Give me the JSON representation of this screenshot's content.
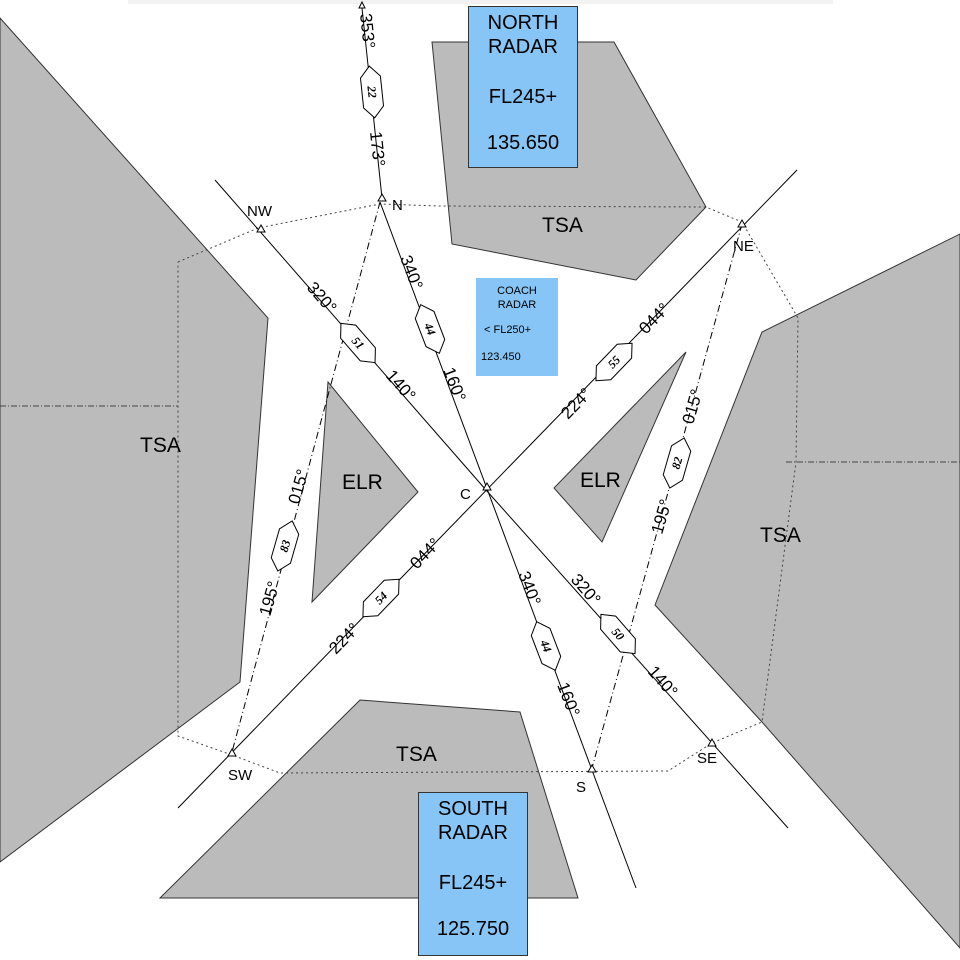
{
  "areas": {
    "tsa_west": "TSA",
    "tsa_north": "TSA",
    "tsa_east": "TSA",
    "tsa_south": "TSA",
    "elr_west": "ELR",
    "elr_east": "ELR"
  },
  "controllers": {
    "north": {
      "name_line1": "NORTH",
      "name_line2": "RADAR",
      "level": "FL245+",
      "freq": "135.650"
    },
    "coach": {
      "name_line1": "COACH",
      "name_line2": "RADAR",
      "level": "< FL250+",
      "freq": "123.450"
    },
    "south": {
      "name_line1": "SOUTH",
      "name_line2": "RADAR",
      "level": "FL245+",
      "freq": "125.750"
    }
  },
  "waypoints": {
    "n": "N",
    "nw": "NW",
    "ne": "NE",
    "c": "C",
    "sw": "SW",
    "s": "S",
    "se": "SE"
  },
  "bearings": {
    "b353": "353°",
    "b173": "173°",
    "b320_nw": "320°",
    "b140_nw": "140°",
    "b340_n": "340°",
    "b160_n": "160°",
    "b044_ne": "044°",
    "b224_ne": "224°",
    "b015_ne": "015°",
    "b195_ne": "195°",
    "b015_sw": "015°",
    "b195_sw": "195°",
    "b044_sw": "044°",
    "b224_sw": "224°",
    "b340_s": "340°",
    "b160_s": "160°",
    "b320_se": "320°",
    "b140_se": "140°"
  },
  "routes": {
    "r22": "22",
    "r51": "51",
    "r44_n": "44",
    "r55": "55",
    "r82": "82",
    "r83": "83",
    "r54": "54",
    "r44_s": "44",
    "r50": "50"
  },
  "colors": {
    "restricted_fill": "#bbbbbb",
    "controller_fill": "#86c5f6"
  }
}
